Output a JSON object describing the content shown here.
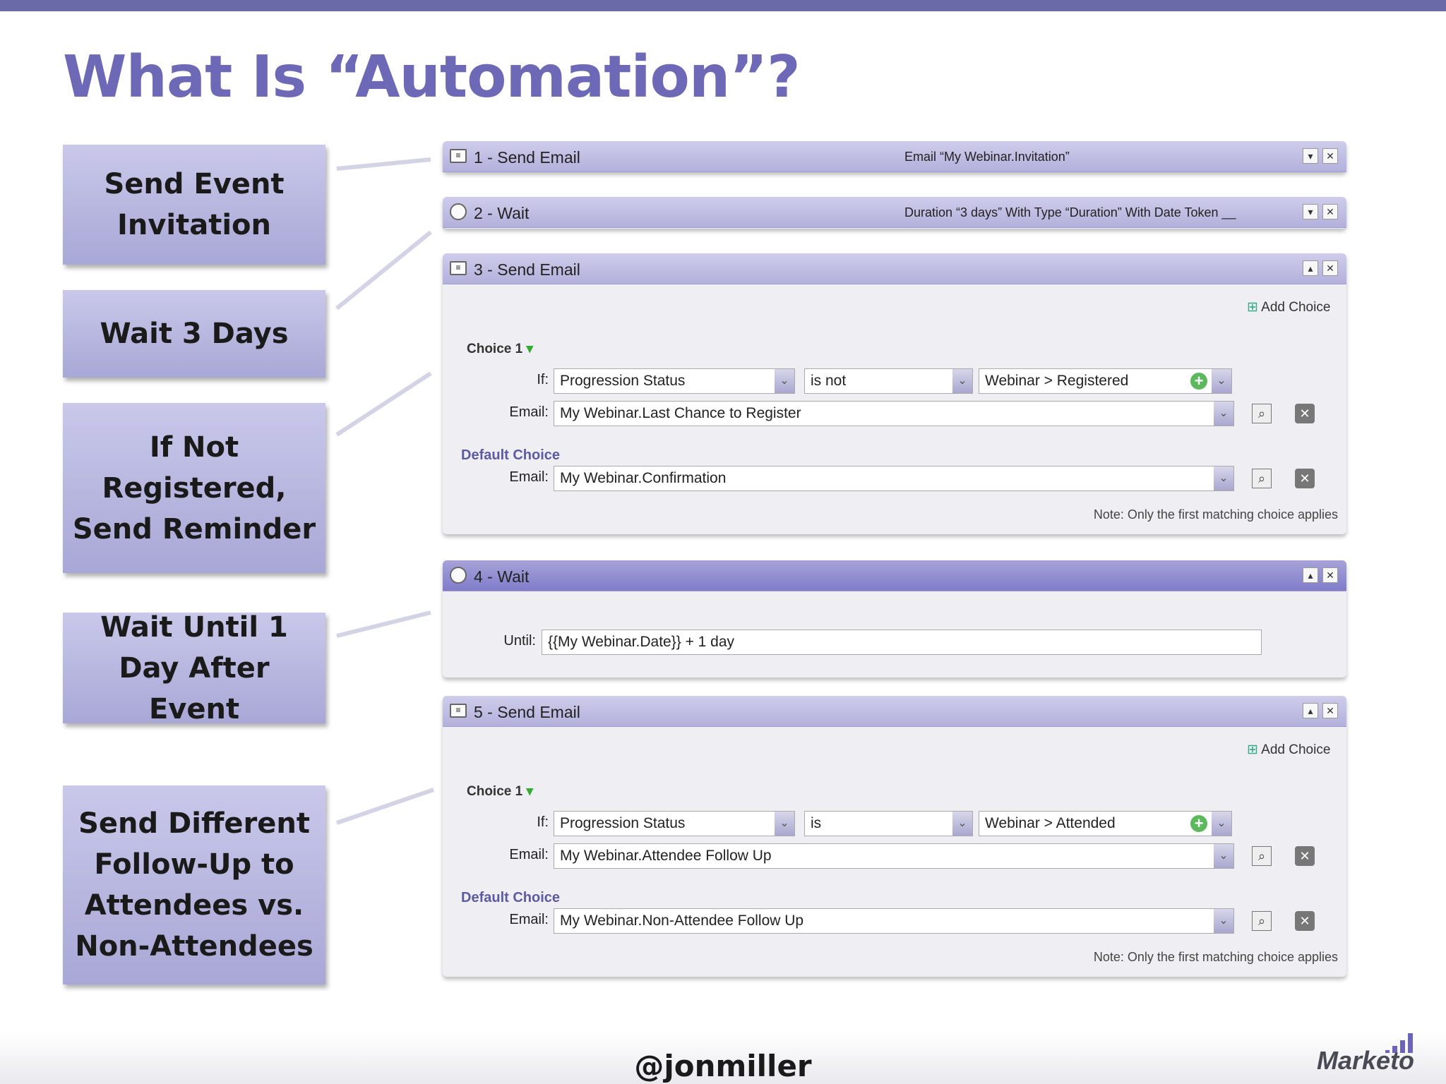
{
  "slide": {
    "title": "What Is “Automation”?",
    "footer_handle": "@jonmiller",
    "logo_text": "Marketo",
    "accent_color": "#6e69b6"
  },
  "labels": [
    "Send Event Invitation",
    "Wait 3 Days",
    "If Not Registered, Send Reminder",
    "Wait Until 1 Day After Event",
    "Send Different Follow-Up to Attendees vs. Non-Attendees"
  ],
  "steps": [
    {
      "title": "1 - Send Email",
      "description": "Email “My Webinar.Invitation”",
      "icon": "email-icon",
      "toggle": "▾",
      "close": "✕"
    },
    {
      "title": "2 - Wait",
      "description": "Duration “3 days” With Type “Duration” With Date Token __",
      "icon": "clock-icon",
      "toggle": "▾",
      "close": "✕"
    },
    {
      "title": "3 - Send Email",
      "icon": "email-icon",
      "toggle": "▴",
      "close": "✕",
      "add_choice": "Add Choice",
      "choice_label": "Choice 1",
      "if_label": "If:",
      "email_label": "Email:",
      "condition": {
        "field": "Progression Status",
        "operator": "is not",
        "value": "Webinar > Registered"
      },
      "choice_email": "My Webinar.Last Chance to Register",
      "default_choice_label": "Default Choice",
      "default_email": "My Webinar.Confirmation",
      "note": "Note: Only the first matching choice applies"
    },
    {
      "title": "4 - Wait",
      "icon": "clock-icon",
      "toggle": "▴",
      "close": "✕",
      "until_label": "Until:",
      "until_value": "{{My Webinar.Date}} + 1 day"
    },
    {
      "title": "5 - Send Email",
      "icon": "email-icon",
      "toggle": "▴",
      "close": "✕",
      "add_choice": "Add Choice",
      "choice_label": "Choice 1",
      "if_label": "If:",
      "email_label": "Email:",
      "condition": {
        "field": "Progression Status",
        "operator": "is",
        "value": "Webinar > Attended"
      },
      "choice_email": "My Webinar.Attendee Follow Up",
      "default_choice_label": "Default Choice",
      "default_email": "My Webinar.Non-Attendee Follow Up",
      "note": "Note: Only the first matching choice applies"
    }
  ]
}
